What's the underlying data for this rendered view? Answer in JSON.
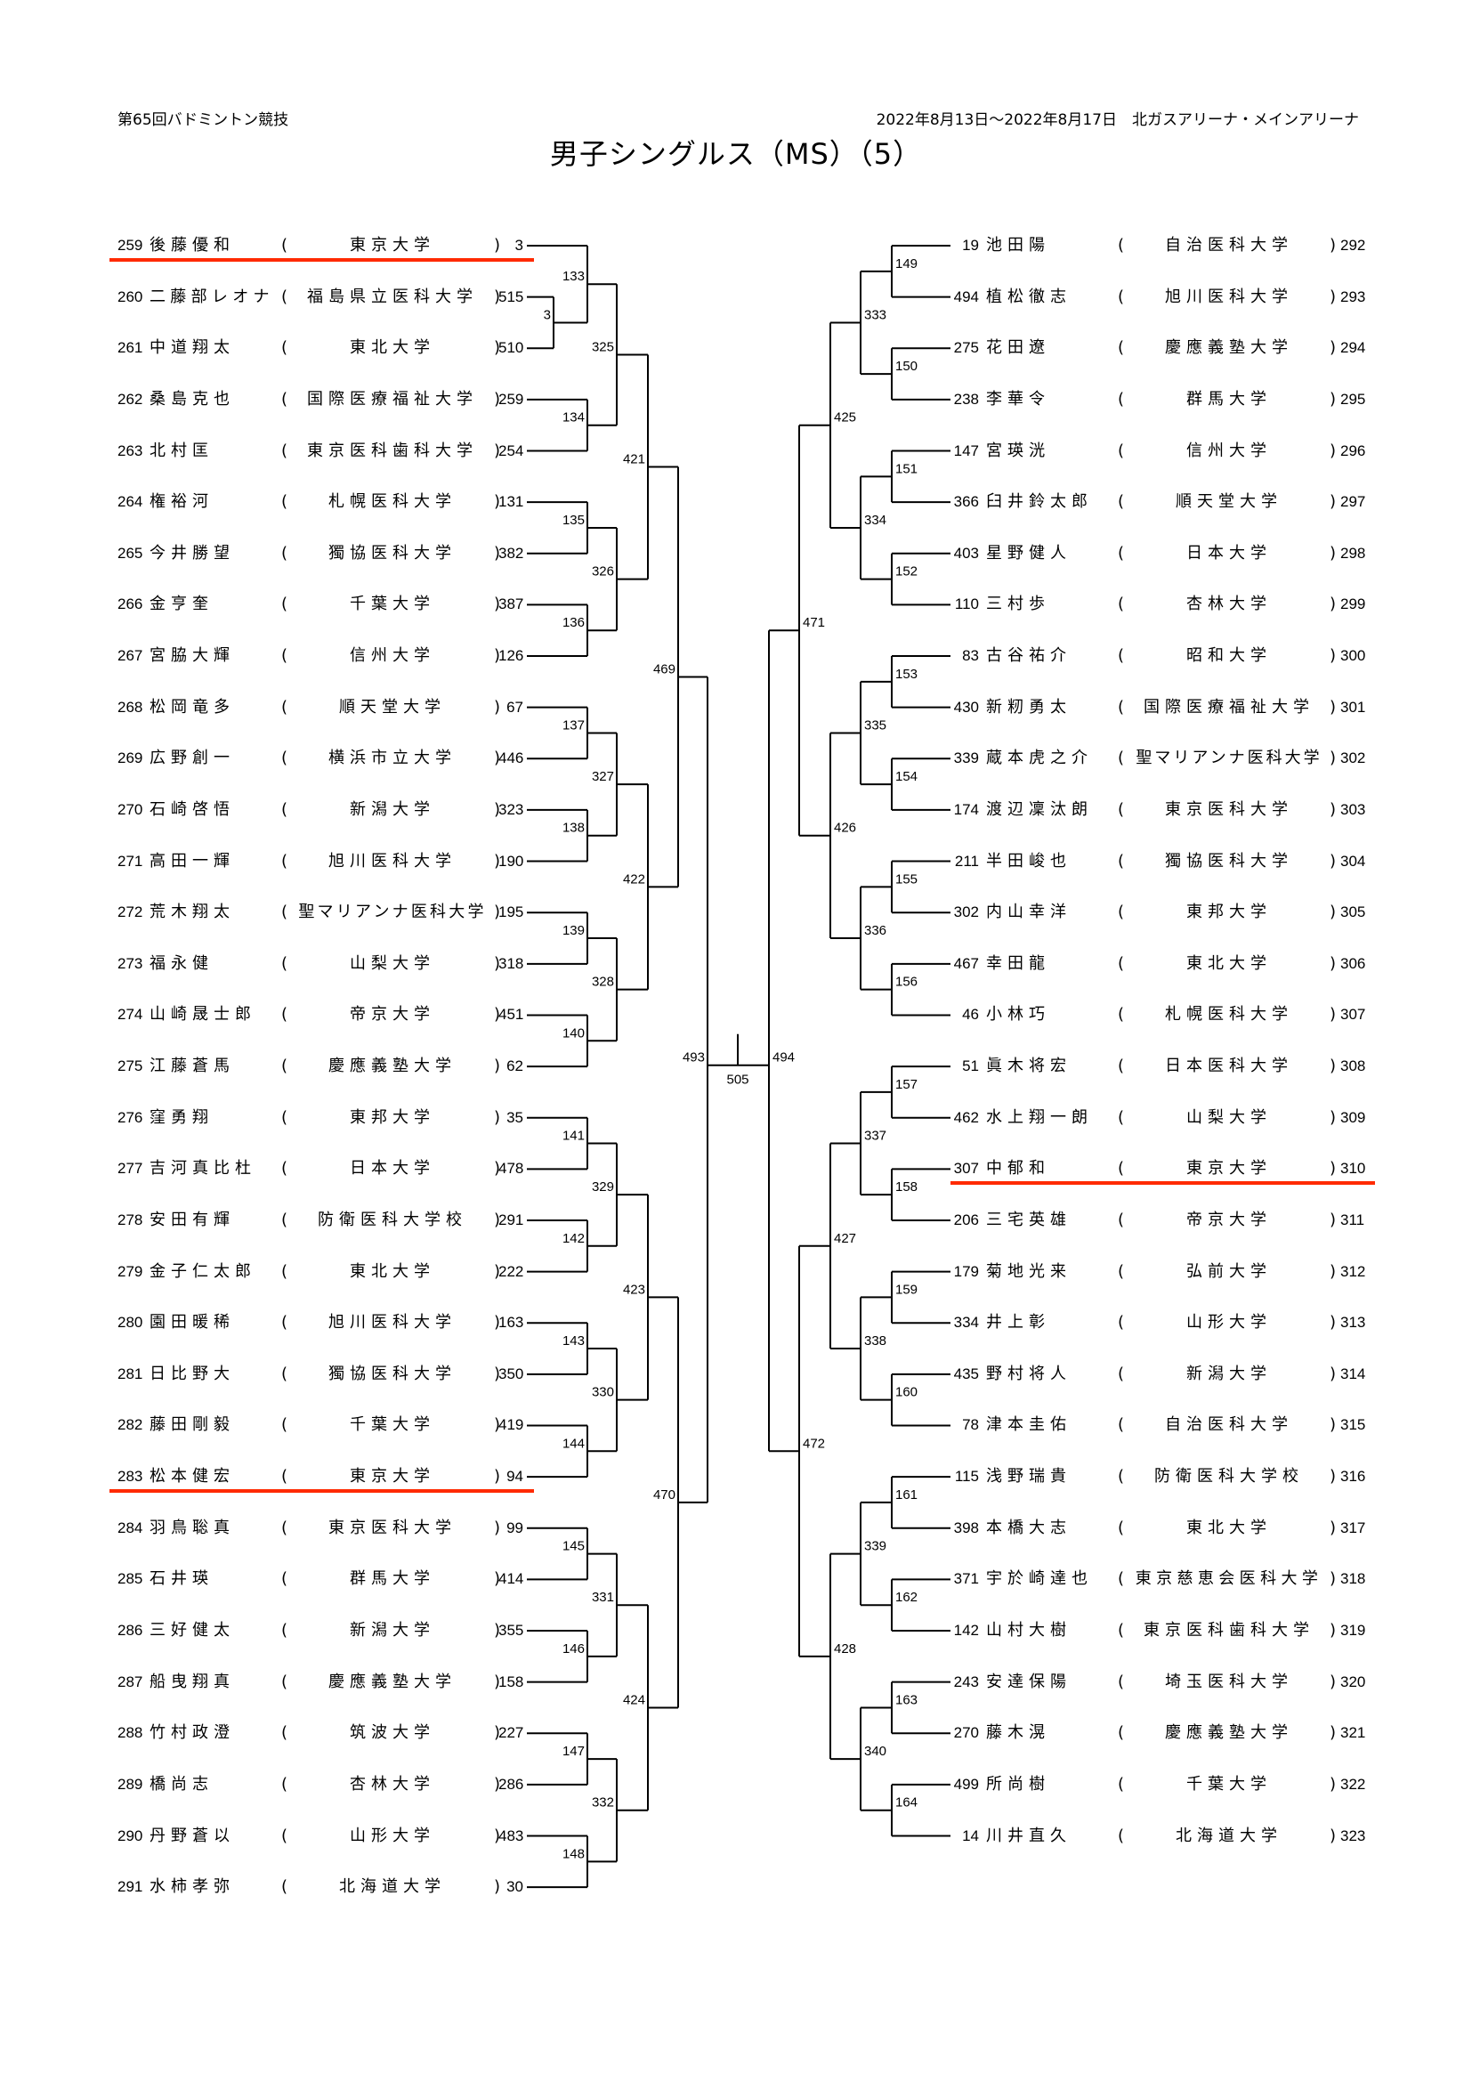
{
  "header": {
    "event": "第65回バドミントン競技",
    "dates_venue": "2022年8月13日～2022年8月17日　北ガスアリーナ・メインアリーナ",
    "title": "男子シングルス（MS）（5）"
  },
  "colors": {
    "highlight": "#ff2a00",
    "line": "#000000"
  },
  "left_entries": [
    {
      "no": "259",
      "name": "後藤優和",
      "school": "東京大学",
      "seed": "3",
      "highlight": true
    },
    {
      "no": "260",
      "name": "二藤部レオナ",
      "school": "福島県立医科大学",
      "seed": "515"
    },
    {
      "no": "261",
      "name": "中道翔太",
      "school": "東北大学",
      "seed": "510"
    },
    {
      "no": "262",
      "name": "桑島克也",
      "school": "国際医療福祉大学",
      "seed": "259"
    },
    {
      "no": "263",
      "name": "北村匡",
      "school": "東京医科歯科大学",
      "seed": "254"
    },
    {
      "no": "264",
      "name": "権裕河",
      "school": "札幌医科大学",
      "seed": "131"
    },
    {
      "no": "265",
      "name": "今井勝望",
      "school": "獨協医科大学",
      "seed": "382"
    },
    {
      "no": "266",
      "name": "金亨奎",
      "school": "千葉大学",
      "seed": "387"
    },
    {
      "no": "267",
      "name": "宮脇大輝",
      "school": "信州大学",
      "seed": "126"
    },
    {
      "no": "268",
      "name": "松岡竜多",
      "school": "順天堂大学",
      "seed": "67"
    },
    {
      "no": "269",
      "name": "広野創一",
      "school": "横浜市立大学",
      "seed": "446"
    },
    {
      "no": "270",
      "name": "石崎啓悟",
      "school": "新潟大学",
      "seed": "323"
    },
    {
      "no": "271",
      "name": "高田一輝",
      "school": "旭川医科大学",
      "seed": "190"
    },
    {
      "no": "272",
      "name": "荒木翔太",
      "school": "聖マリアンナ医科大学",
      "seed": "195"
    },
    {
      "no": "273",
      "name": "福永健",
      "school": "山梨大学",
      "seed": "318"
    },
    {
      "no": "274",
      "name": "山崎晟士郎",
      "school": "帝京大学",
      "seed": "451"
    },
    {
      "no": "275",
      "name": "江藤蒼馬",
      "school": "慶應義塾大学",
      "seed": "62"
    },
    {
      "no": "276",
      "name": "窪勇翔",
      "school": "東邦大学",
      "seed": "35"
    },
    {
      "no": "277",
      "name": "吉河真比杜",
      "school": "日本大学",
      "seed": "478"
    },
    {
      "no": "278",
      "name": "安田有輝",
      "school": "防衛医科大学校",
      "seed": "291"
    },
    {
      "no": "279",
      "name": "金子仁太郎",
      "school": "東北大学",
      "seed": "222"
    },
    {
      "no": "280",
      "name": "園田暖稀",
      "school": "旭川医科大学",
      "seed": "163"
    },
    {
      "no": "281",
      "name": "日比野大",
      "school": "獨協医科大学",
      "seed": "350"
    },
    {
      "no": "282",
      "name": "藤田剛毅",
      "school": "千葉大学",
      "seed": "419"
    },
    {
      "no": "283",
      "name": "松本健宏",
      "school": "東京大学",
      "seed": "94",
      "highlight": true
    },
    {
      "no": "284",
      "name": "羽鳥聡真",
      "school": "東京医科大学",
      "seed": "99"
    },
    {
      "no": "285",
      "name": "石井瑛",
      "school": "群馬大学",
      "seed": "414"
    },
    {
      "no": "286",
      "name": "三好健太",
      "school": "新潟大学",
      "seed": "355"
    },
    {
      "no": "287",
      "name": "船曳翔真",
      "school": "慶應義塾大学",
      "seed": "158"
    },
    {
      "no": "288",
      "name": "竹村政澄",
      "school": "筑波大学",
      "seed": "227"
    },
    {
      "no": "289",
      "name": "橋尚志",
      "school": "杏林大学",
      "seed": "286"
    },
    {
      "no": "290",
      "name": "丹野蒼以",
      "school": "山形大学",
      "seed": "483"
    },
    {
      "no": "291",
      "name": "水柿孝弥",
      "school": "北海道大学",
      "seed": "30"
    }
  ],
  "right_entries": [
    {
      "seed": "19",
      "name": "池田陽",
      "school": "自治医科大学",
      "no": "292"
    },
    {
      "seed": "494",
      "name": "植松徹志",
      "school": "旭川医科大学",
      "no": "293"
    },
    {
      "seed": "275",
      "name": "花田遼",
      "school": "慶應義塾大学",
      "no": "294"
    },
    {
      "seed": "238",
      "name": "李華令",
      "school": "群馬大学",
      "no": "295"
    },
    {
      "seed": "147",
      "name": "宮瑛洸",
      "school": "信州大学",
      "no": "296"
    },
    {
      "seed": "366",
      "name": "臼井鈴太郎",
      "school": "順天堂大学",
      "no": "297"
    },
    {
      "seed": "403",
      "name": "星野健人",
      "school": "日本大学",
      "no": "298"
    },
    {
      "seed": "110",
      "name": "三村歩",
      "school": "杏林大学",
      "no": "299"
    },
    {
      "seed": "83",
      "name": "古谷祐介",
      "school": "昭和大学",
      "no": "300"
    },
    {
      "seed": "430",
      "name": "新籾勇太",
      "school": "国際医療福祉大学",
      "no": "301"
    },
    {
      "seed": "339",
      "name": "蔵本虎之介",
      "school": "聖マリアンナ医科大学",
      "no": "302"
    },
    {
      "seed": "174",
      "name": "渡辺凜汰朗",
      "school": "東京医科大学",
      "no": "303"
    },
    {
      "seed": "211",
      "name": "半田峻也",
      "school": "獨協医科大学",
      "no": "304"
    },
    {
      "seed": "302",
      "name": "内山幸洋",
      "school": "東邦大学",
      "no": "305"
    },
    {
      "seed": "467",
      "name": "幸田龍",
      "school": "東北大学",
      "no": "306"
    },
    {
      "seed": "46",
      "name": "小林巧",
      "school": "札幌医科大学",
      "no": "307"
    },
    {
      "seed": "51",
      "name": "眞木将宏",
      "school": "日本医科大学",
      "no": "308"
    },
    {
      "seed": "462",
      "name": "水上翔一朗",
      "school": "山梨大学",
      "no": "309"
    },
    {
      "seed": "307",
      "name": "中郁和",
      "school": "東京大学",
      "no": "310",
      "highlight": true
    },
    {
      "seed": "206",
      "name": "三宅英雄",
      "school": "帝京大学",
      "no": "311"
    },
    {
      "seed": "179",
      "name": "菊地光来",
      "school": "弘前大学",
      "no": "312"
    },
    {
      "seed": "334",
      "name": "井上彰",
      "school": "山形大学",
      "no": "313"
    },
    {
      "seed": "435",
      "name": "野村将人",
      "school": "新潟大学",
      "no": "314"
    },
    {
      "seed": "78",
      "name": "津本圭佑",
      "school": "自治医科大学",
      "no": "315"
    },
    {
      "seed": "115",
      "name": "浅野瑞貴",
      "school": "防衛医科大学校",
      "no": "316"
    },
    {
      "seed": "398",
      "name": "本橋大志",
      "school": "東北大学",
      "no": "317"
    },
    {
      "seed": "371",
      "name": "宇於崎達也",
      "school": "東京慈恵会医科大学",
      "no": "318"
    },
    {
      "seed": "142",
      "name": "山村大樹",
      "school": "東京医科歯科大学",
      "no": "319"
    },
    {
      "seed": "243",
      "name": "安達保陽",
      "school": "埼玉医科大学",
      "no": "320"
    },
    {
      "seed": "270",
      "name": "藤木滉",
      "school": "慶應義塾大学",
      "no": "321"
    },
    {
      "seed": "499",
      "name": "所尚樹",
      "school": "千葉大学",
      "no": "322"
    },
    {
      "seed": "14",
      "name": "川井直久",
      "school": "北海道大学",
      "no": "323"
    }
  ],
  "left_matches": [
    [
      {
        "id": "3",
        "a": "e1",
        "b": "e2"
      }
    ],
    [
      {
        "id": "133",
        "a": "e0",
        "b": "3"
      },
      {
        "id": "134",
        "a": "e3",
        "b": "e4"
      },
      {
        "id": "135",
        "a": "e5",
        "b": "e6"
      },
      {
        "id": "136",
        "a": "e7",
        "b": "e8"
      },
      {
        "id": "137",
        "a": "e9",
        "b": "e10"
      },
      {
        "id": "138",
        "a": "e11",
        "b": "e12"
      },
      {
        "id": "139",
        "a": "e13",
        "b": "e14"
      },
      {
        "id": "140",
        "a": "e15",
        "b": "e16"
      },
      {
        "id": "141",
        "a": "e17",
        "b": "e18"
      },
      {
        "id": "142",
        "a": "e19",
        "b": "e20"
      },
      {
        "id": "143",
        "a": "e21",
        "b": "e22"
      },
      {
        "id": "144",
        "a": "e23",
        "b": "e24"
      },
      {
        "id": "145",
        "a": "e25",
        "b": "e26"
      },
      {
        "id": "146",
        "a": "e27",
        "b": "e28"
      },
      {
        "id": "147",
        "a": "e29",
        "b": "e30"
      },
      {
        "id": "148",
        "a": "e31",
        "b": "e32"
      }
    ],
    [
      {
        "id": "325",
        "a": "133",
        "b": "134"
      },
      {
        "id": "326",
        "a": "135",
        "b": "136"
      },
      {
        "id": "327",
        "a": "137",
        "b": "138"
      },
      {
        "id": "328",
        "a": "139",
        "b": "140"
      },
      {
        "id": "329",
        "a": "141",
        "b": "142"
      },
      {
        "id": "330",
        "a": "143",
        "b": "144"
      },
      {
        "id": "331",
        "a": "145",
        "b": "146"
      },
      {
        "id": "332",
        "a": "147",
        "b": "148"
      }
    ],
    [
      {
        "id": "421",
        "a": "325",
        "b": "326"
      },
      {
        "id": "422",
        "a": "327",
        "b": "328"
      },
      {
        "id": "423",
        "a": "329",
        "b": "330"
      },
      {
        "id": "424",
        "a": "331",
        "b": "332"
      }
    ],
    [
      {
        "id": "469",
        "a": "421",
        "b": "422"
      },
      {
        "id": "470",
        "a": "423",
        "b": "424"
      }
    ],
    [
      {
        "id": "493",
        "a": "469",
        "b": "470"
      }
    ]
  ],
  "right_matches": [
    [
      {
        "id": "149",
        "a": "e0",
        "b": "e1"
      },
      {
        "id": "150",
        "a": "e2",
        "b": "e3"
      },
      {
        "id": "151",
        "a": "e4",
        "b": "e5"
      },
      {
        "id": "152",
        "a": "e6",
        "b": "e7"
      },
      {
        "id": "153",
        "a": "e8",
        "b": "e9"
      },
      {
        "id": "154",
        "a": "e10",
        "b": "e11"
      },
      {
        "id": "155",
        "a": "e12",
        "b": "e13"
      },
      {
        "id": "156",
        "a": "e14",
        "b": "e15"
      },
      {
        "id": "157",
        "a": "e16",
        "b": "e17"
      },
      {
        "id": "158",
        "a": "e18",
        "b": "e19"
      },
      {
        "id": "159",
        "a": "e20",
        "b": "e21"
      },
      {
        "id": "160",
        "a": "e22",
        "b": "e23"
      },
      {
        "id": "161",
        "a": "e24",
        "b": "e25"
      },
      {
        "id": "162",
        "a": "e26",
        "b": "e27"
      },
      {
        "id": "163",
        "a": "e28",
        "b": "e29"
      },
      {
        "id": "164",
        "a": "e30",
        "b": "e31"
      }
    ],
    [
      {
        "id": "333",
        "a": "149",
        "b": "150"
      },
      {
        "id": "334",
        "a": "151",
        "b": "152"
      },
      {
        "id": "335",
        "a": "153",
        "b": "154"
      },
      {
        "id": "336",
        "a": "155",
        "b": "156"
      },
      {
        "id": "337",
        "a": "157",
        "b": "158"
      },
      {
        "id": "338",
        "a": "159",
        "b": "160"
      },
      {
        "id": "339",
        "a": "161",
        "b": "162"
      },
      {
        "id": "340",
        "a": "163",
        "b": "164"
      }
    ],
    [
      {
        "id": "425",
        "a": "333",
        "b": "334"
      },
      {
        "id": "426",
        "a": "335",
        "b": "336"
      },
      {
        "id": "427",
        "a": "337",
        "b": "338"
      },
      {
        "id": "428",
        "a": "339",
        "b": "340"
      }
    ],
    [
      {
        "id": "471",
        "a": "425",
        "b": "426"
      },
      {
        "id": "472",
        "a": "427",
        "b": "428"
      }
    ],
    [
      {
        "id": "494",
        "a": "471",
        "b": "472"
      }
    ]
  ],
  "final_match": "505"
}
